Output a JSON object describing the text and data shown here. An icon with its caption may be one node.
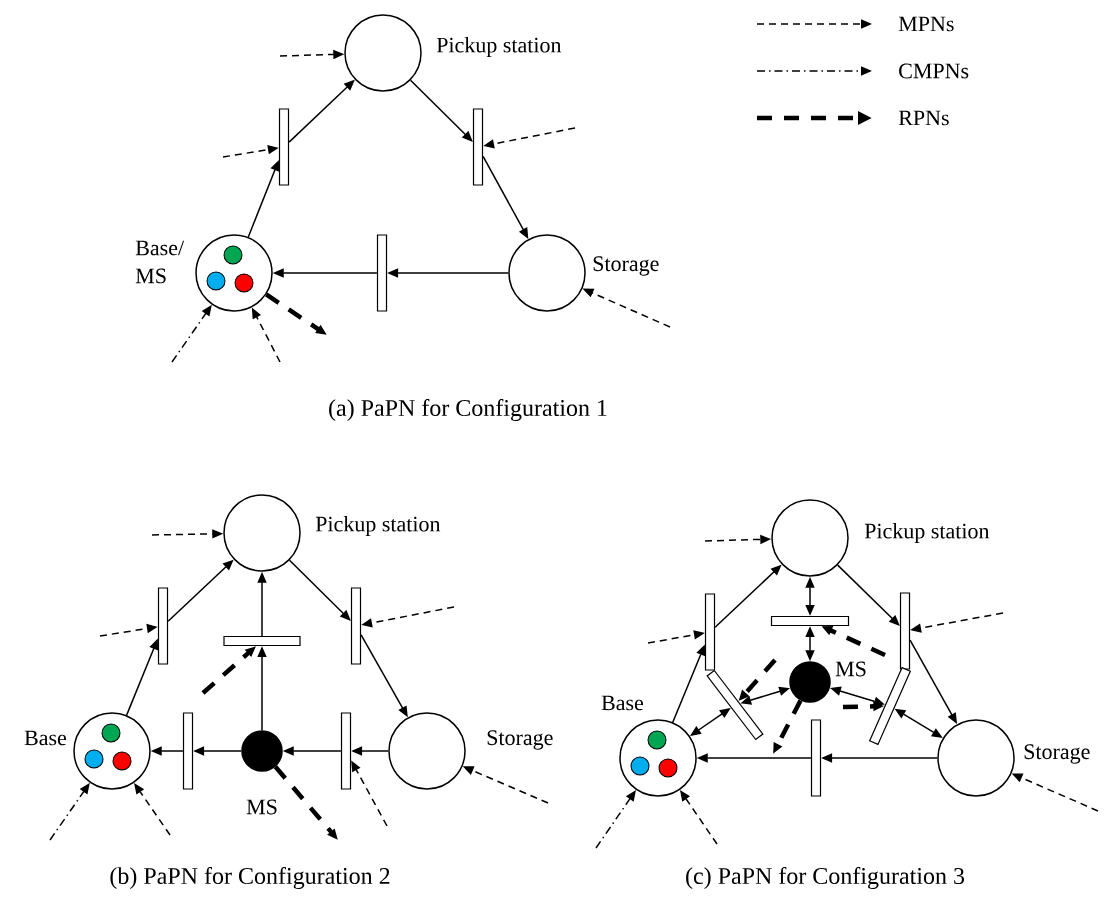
{
  "diagram": {
    "nodes": [
      {
        "text": [
          "Pickup station"
        ]
      },
      {
        "text": [],
        "shape": "bar"
      },
      {
        "text": [],
        "shape": "bar"
      },
      {
        "text": [
          "Base/ MS"
        ]
      },
      {
        "text": [],
        "shape": "circle",
        "in": 3
      },
      {
        "text": [],
        "shape": "circle",
        "in": 3
      },
      {
        "text": [],
        "shape": "circle",
        "in": 3
      },
      {
        "text": [],
        "shape": "bar"
      },
      {
        "text": [
          "Storage"
        ]
      },
      {
        "text": [
          "Pickup station"
        ]
      },
      {
        "text": [],
        "shape": "bar"
      },
      {
        "text": [],
        "shape": "bar"
      },
      {
        "text": [],
        "shape": "bar"
      },
      {
        "text": [
          "Base"
        ]
      },
      {
        "text": [],
        "shape": "circle",
        "in": 13
      },
      {
        "text": [],
        "shape": "circle",
        "in": 13
      },
      {
        "text": [],
        "shape": "circle",
        "in": 13
      },
      {
        "text": [],
        "shape": "bar"
      },
      {
        "text": [
          "MS"
        ]
      },
      {
        "text": [],
        "shape": "bar"
      },
      {
        "text": [
          "Storage"
        ]
      },
      {
        "text": [
          "Pickup station"
        ]
      },
      {
        "text": [],
        "shape": "bar"
      },
      {
        "text": [],
        "shape": "bar"
      },
      {
        "text": [],
        "shape": "bar"
      },
      {
        "text": [
          "MS"
        ]
      },
      {
        "text": [],
        "shape": "bar"
      },
      {
        "text": [],
        "shape": "bar"
      },
      {
        "text": [
          "Base"
        ]
      },
      {
        "text": [],
        "shape": "circle",
        "in": 28
      },
      {
        "text": [],
        "shape": "circle",
        "in": 28
      },
      {
        "text": [],
        "shape": "circle",
        "in": 28
      },
      {
        "text": [],
        "shape": "bar"
      },
      {
        "text": [
          "Storage"
        ]
      }
    ],
    "edges": [
      {
        "from": 3,
        "to": 1,
        "arrow": "to"
      },
      {
        "from": 1,
        "to": 0,
        "arrow": "to"
      },
      {
        "from": 0,
        "to": 2,
        "arrow": "to"
      },
      {
        "from": 2,
        "to": 8,
        "arrow": "to"
      },
      {
        "from": 8,
        "to": 7,
        "arrow": "to"
      },
      {
        "from": 7,
        "to": 3,
        "arrow": "to"
      },
      {
        "from": null,
        "to": 0,
        "arrow": "to",
        "style": "dashed"
      },
      {
        "from": null,
        "to": 1,
        "arrow": "to",
        "style": "dashed"
      },
      {
        "from": null,
        "to": 2,
        "arrow": "to",
        "style": "dashed"
      },
      {
        "from": null,
        "to": 8,
        "arrow": "to",
        "style": "dashed"
      },
      {
        "from": null,
        "to": 3,
        "arrow": "to",
        "style": "dashed"
      },
      {
        "from": null,
        "to": 3,
        "arrow": "to",
        "style": "dashed"
      },
      {
        "from": 3,
        "to": null,
        "arrow": "to",
        "style": "dashed"
      },
      {
        "from": 13,
        "to": 10,
        "arrow": "to"
      },
      {
        "from": 10,
        "to": 9,
        "arrow": "to"
      },
      {
        "from": 9,
        "to": 12,
        "arrow": "to"
      },
      {
        "from": 12,
        "to": 20,
        "arrow": "to"
      },
      {
        "from": 20,
        "to": 19,
        "arrow": "to"
      },
      {
        "from": 19,
        "to": 18,
        "arrow": "to"
      },
      {
        "from": 18,
        "to": 17,
        "arrow": "to"
      },
      {
        "from": 17,
        "to": 13,
        "arrow": "to"
      },
      {
        "from": 18,
        "to": 11,
        "arrow": "to"
      },
      {
        "from": 11,
        "to": 9,
        "arrow": "to"
      },
      {
        "from": null,
        "to": 9,
        "arrow": "to",
        "style": "dashed"
      },
      {
        "from": null,
        "to": 10,
        "arrow": "to",
        "style": "dashed"
      },
      {
        "from": null,
        "to": 12,
        "arrow": "to",
        "style": "dashed"
      },
      {
        "from": null,
        "to": 20,
        "arrow": "to",
        "style": "dashed"
      },
      {
        "from": null,
        "to": 13,
        "arrow": "to",
        "style": "dashed"
      },
      {
        "from": null,
        "to": 13,
        "arrow": "to",
        "style": "dashed"
      },
      {
        "from": null,
        "to": 19,
        "arrow": "to",
        "style": "dashed"
      },
      {
        "from": 18,
        "to": null,
        "arrow": "to",
        "style": "dashed"
      },
      {
        "from": null,
        "to": 11,
        "arrow": "to",
        "style": "dashed"
      },
      {
        "from": 28,
        "to": 22,
        "arrow": "to"
      },
      {
        "from": 22,
        "to": 21,
        "arrow": "to"
      },
      {
        "from": 21,
        "to": 24,
        "arrow": "to"
      },
      {
        "from": 24,
        "to": 33,
        "arrow": "to"
      },
      {
        "from": 33,
        "to": 32,
        "arrow": "to"
      },
      {
        "from": 32,
        "to": 28,
        "arrow": "to"
      },
      {
        "from": 21,
        "to": 23,
        "arrow": "both"
      },
      {
        "from": 23,
        "to": 25,
        "arrow": "both"
      },
      {
        "from": 25,
        "to": 26,
        "arrow": "both"
      },
      {
        "from": 26,
        "to": 28,
        "arrow": "both"
      },
      {
        "from": 25,
        "to": 27,
        "arrow": "both"
      },
      {
        "from": 27,
        "to": 33,
        "arrow": "both"
      },
      {
        "from": null,
        "to": 21,
        "arrow": "to",
        "style": "dashed"
      },
      {
        "from": null,
        "to": 22,
        "arrow": "to",
        "style": "dashed"
      },
      {
        "from": null,
        "to": 24,
        "arrow": "to",
        "style": "dashed"
      },
      {
        "from": null,
        "to": 33,
        "arrow": "to",
        "style": "dashed"
      },
      {
        "from": null,
        "to": 28,
        "arrow": "to",
        "style": "dashed"
      },
      {
        "from": null,
        "to": 28,
        "arrow": "to",
        "style": "dashed"
      },
      {
        "from": null,
        "to": 26,
        "arrow": "to",
        "style": "dashed"
      },
      {
        "from": null,
        "to": 23,
        "arrow": "to",
        "style": "dashed"
      },
      {
        "from": 25,
        "to": null,
        "arrow": "to",
        "style": "dashed"
      },
      {
        "from": null,
        "to": 27,
        "arrow": "to",
        "style": "dashed"
      }
    ],
    "labels": [
      "(a) PaPN for Configuration 1",
      "(b) PaPN for Configuration 2",
      "(c) PaPN for Configuration 3"
    ],
    "legend": [
      {
        "text": "MPNs"
      },
      {
        "text": "CMPNs"
      },
      {
        "text": "RPNs"
      }
    ]
  }
}
